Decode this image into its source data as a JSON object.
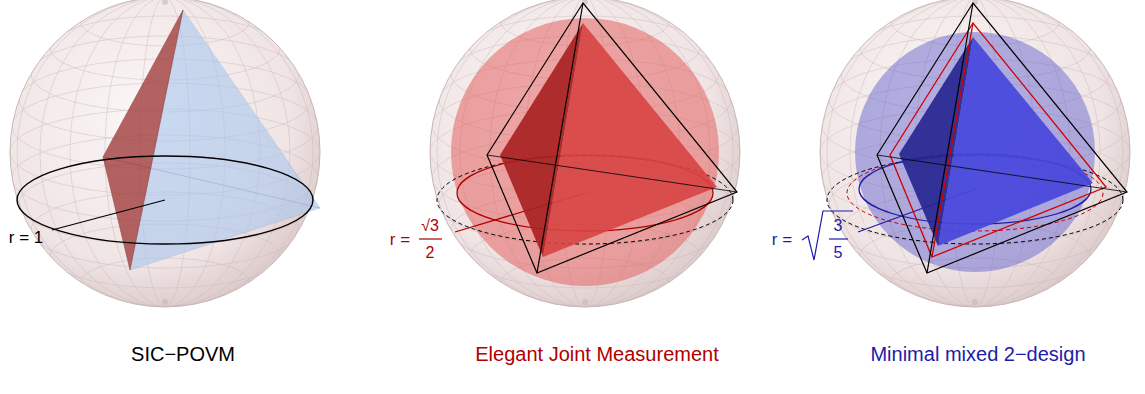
{
  "diagram": {
    "labels": [
      "r = 1",
      "r =",
      "√3",
      "2",
      "r =",
      "3",
      "5",
      "SIC−POVM",
      "Elegant Joint Measurement",
      "Minimal mixed 2−design"
    ]
  }
}
